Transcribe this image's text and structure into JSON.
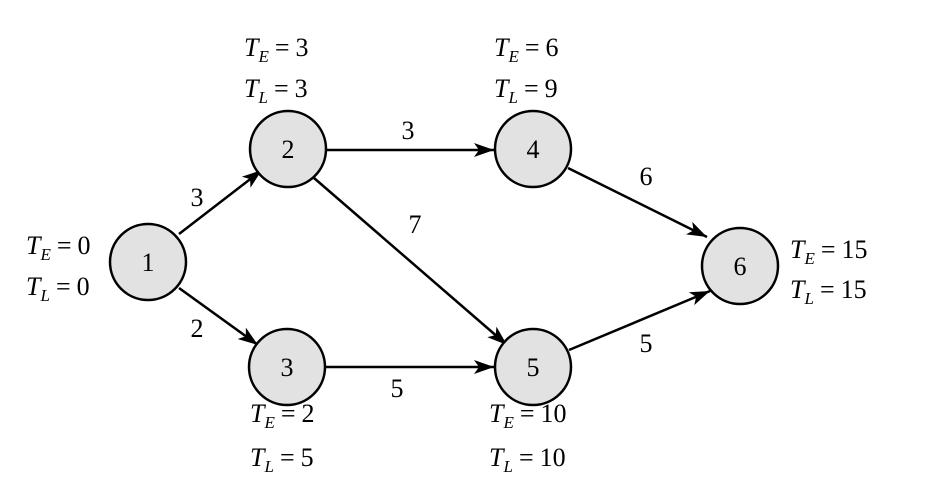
{
  "nodes": [
    {
      "id": "1",
      "label": "1",
      "te_var": "T",
      "te_sub": "E",
      "te_value": "0",
      "tl_var": "T",
      "tl_sub": "L",
      "tl_value": "0"
    },
    {
      "id": "2",
      "label": "2",
      "te_var": "T",
      "te_sub": "E",
      "te_value": "3",
      "tl_var": "T",
      "tl_sub": "L",
      "tl_value": "3"
    },
    {
      "id": "3",
      "label": "3",
      "te_var": "T",
      "te_sub": "E",
      "te_value": "2",
      "tl_var": "T",
      "tl_sub": "L",
      "tl_value": "5"
    },
    {
      "id": "4",
      "label": "4",
      "te_var": "T",
      "te_sub": "E",
      "te_value": "6",
      "tl_var": "T",
      "tl_sub": "L",
      "tl_value": "9"
    },
    {
      "id": "5",
      "label": "5",
      "te_var": "T",
      "te_sub": "E",
      "te_value": "10",
      "tl_var": "T",
      "tl_sub": "L",
      "tl_value": "10"
    },
    {
      "id": "6",
      "label": "6",
      "te_var": "T",
      "te_sub": "E",
      "te_value": "15",
      "tl_var": "T",
      "tl_sub": "L",
      "tl_value": "15"
    }
  ],
  "edges": [
    {
      "from": "1",
      "to": "2",
      "weight": "3"
    },
    {
      "from": "1",
      "to": "3",
      "weight": "2"
    },
    {
      "from": "2",
      "to": "4",
      "weight": "3"
    },
    {
      "from": "2",
      "to": "5",
      "weight": "7"
    },
    {
      "from": "3",
      "to": "5",
      "weight": "5"
    },
    {
      "from": "4",
      "to": "6",
      "weight": "6"
    },
    {
      "from": "5",
      "to": "6",
      "weight": "5"
    }
  ],
  "equals_sign": "=",
  "colors": {
    "node_fill": "#e2e2e2",
    "stroke": "#000000",
    "background": "#ffffff"
  }
}
